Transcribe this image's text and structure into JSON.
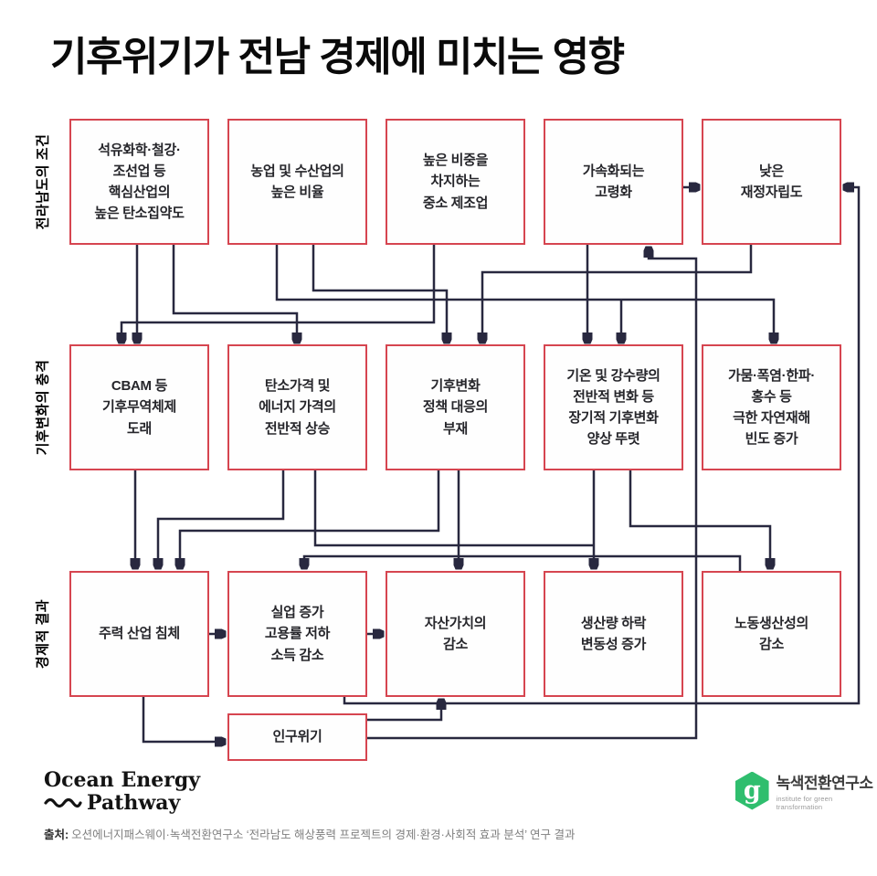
{
  "title": "기후위기가 전남 경제에 미치는 영향",
  "rows": [
    {
      "label": "전라남도의 조건",
      "boxes": [
        {
          "text": "석유화학·철강·\n조선업 등\n핵심산업의\n높은 탄소집약도"
        },
        {
          "text": "농업 및 수산업의\n높은 비율"
        },
        {
          "text": "높은 비중을\n차지하는\n중소 제조업"
        },
        {
          "text": "가속화되는\n고령화"
        },
        {
          "text": "낮은\n재정자립도"
        }
      ]
    },
    {
      "label": "기후변화의 충격",
      "boxes": [
        {
          "text": "CBAM 등\n기후무역체제\n도래"
        },
        {
          "text": "탄소가격 및\n에너지 가격의\n전반적 상승"
        },
        {
          "text": "기후변화\n정책 대응의\n부재"
        },
        {
          "text": "기온 및 강수량의\n전반적 변화 등\n장기적 기후변화\n양상 뚜렷"
        },
        {
          "text": "가뭄·폭염·한파·\n홍수 등\n극한 자연재해\n빈도 증가"
        }
      ]
    },
    {
      "label": "경제적 결과",
      "boxes": [
        {
          "text": "주력 산업 침체"
        },
        {
          "text": "실업 증가\n고용률 저하\n소득 감소"
        },
        {
          "text": "자산가치의\n감소"
        },
        {
          "text": "생산량 하락\n변동성 증가"
        },
        {
          "text": "노동생산성의\n감소"
        }
      ]
    }
  ],
  "population_box": {
    "text": "인구위기"
  },
  "footer": {
    "left_logo": {
      "line1": "Ocean Energy",
      "line2": "Pathway"
    },
    "right_logo": {
      "monogram": "g",
      "name": "녹색전환연구소",
      "subtitle": "institute for green transformation"
    },
    "source_label": "출처:",
    "source_text": "오션에너지패스웨이·녹색전환연구소 ‘전라남도 해상풍력 프로젝트의 경제·환경·사회적 효과 분석’ 연구 결과"
  },
  "colors": {
    "box_border": "#d64550",
    "arrow": "#28283f",
    "logo_green": "#2fbe6e"
  }
}
